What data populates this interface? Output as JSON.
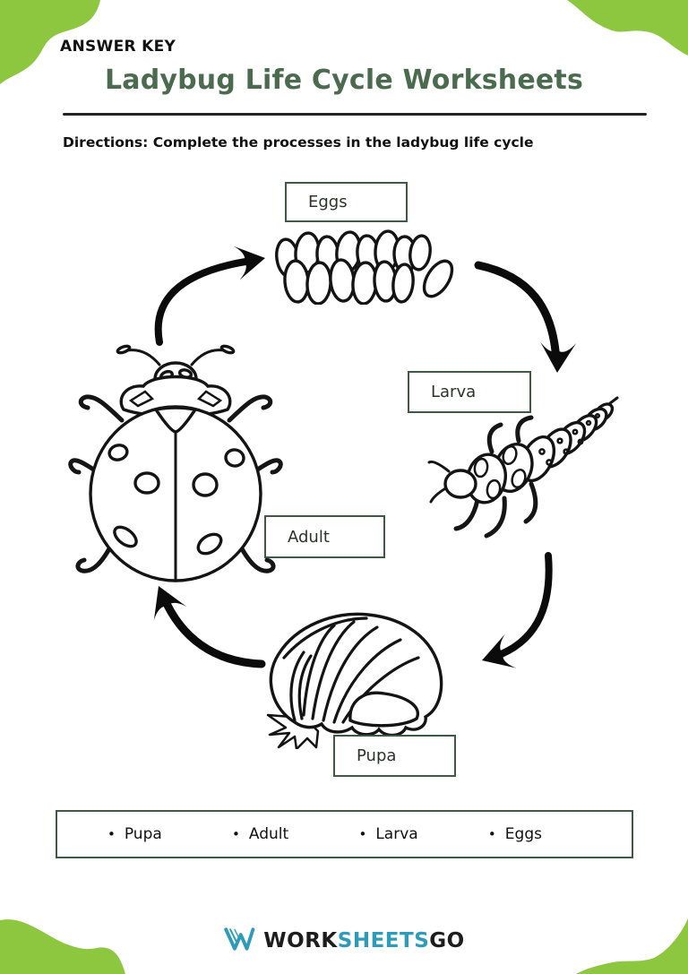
{
  "page": {
    "answer_key_label": "ANSWER KEY",
    "title": "Ladybug Life Cycle Worksheets",
    "directions": "Directions: Complete the processes in the ladybug life cycle"
  },
  "colors": {
    "blob_green": "#8dc63f",
    "title_green": "#4a6b4e",
    "box_border": "#3e5a44",
    "ink": "#161616",
    "logo_teal": "#2e9cb8",
    "logo_ink": "#1d1d1d"
  },
  "diagram": {
    "stages": [
      {
        "id": "eggs",
        "label": "Eggs"
      },
      {
        "id": "larva",
        "label": "Larva"
      },
      {
        "id": "adult",
        "label": "Adult"
      },
      {
        "id": "pupa",
        "label": "Pupa"
      }
    ],
    "arrows": [
      {
        "from": "adult",
        "to": "eggs"
      },
      {
        "from": "eggs",
        "to": "larva"
      },
      {
        "from": "larva",
        "to": "pupa"
      },
      {
        "from": "pupa",
        "to": "adult"
      }
    ]
  },
  "word_bank": {
    "bullet": "•",
    "items": [
      "Pupa",
      "Adult",
      "Larva",
      "Eggs"
    ]
  },
  "footer": {
    "logo_icon": "worksheetsgo-w-icon",
    "logo_work": "WORK",
    "logo_sheets": "SHEETS",
    "logo_go": "GO"
  }
}
